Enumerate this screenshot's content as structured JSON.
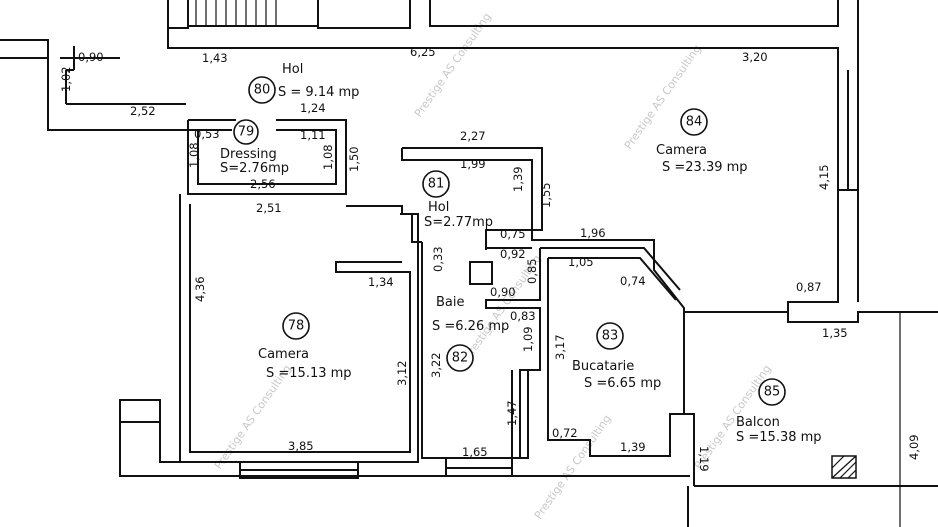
{
  "watermark": "Prestige AS Consulting",
  "rooms": {
    "hol_main": {
      "number": "80",
      "name": "Hol",
      "area": "S =  9.14 mp"
    },
    "dressing": {
      "number": "79",
      "name": "Dressing",
      "area": "S=2.76mp"
    },
    "camera_78": {
      "number": "78",
      "name": "Camera",
      "area": "S =15.13 mp"
    },
    "hol_81": {
      "number": "81",
      "name": "Hol",
      "area": "S=2.77mp"
    },
    "baie": {
      "number": "82",
      "name": "Baie",
      "area": "S =6.26 mp"
    },
    "camera_84": {
      "number": "84",
      "name": "Camera",
      "area": "S =23.39 mp"
    },
    "bucatarie": {
      "number": "83",
      "name": "Bucatarie",
      "area": "S =6.65 mp"
    },
    "balcon": {
      "number": "85",
      "name": "Balcon",
      "area": "S =15.38 mp"
    }
  },
  "dimensions": {
    "d_090": "0,90",
    "d_102": "1,02",
    "d_143": "1,43",
    "d_625": "6,25",
    "d_320": "3,20",
    "d_252": "2,52",
    "d_124": "1,24",
    "d_053": "0,53",
    "d_111": "1,11",
    "d_108a": "1,08",
    "d_108b": "1,08",
    "d_150": "1,50",
    "d_256": "2,56",
    "d_251": "2,51",
    "d_436": "4,36",
    "d_134": "1,34",
    "d_312": "3,12",
    "d_385": "3,85",
    "d_227": "2,27",
    "d_199": "1,99",
    "d_139": "1,39",
    "d_155": "1,55",
    "d_075": "0,75",
    "d_092": "0,92",
    "d_085": "0,85",
    "d_033": "0,33",
    "d_090b": "0,90",
    "d_083": "0,83",
    "d_109": "1,09",
    "d_322": "3,22",
    "d_147": "1,47",
    "d_165": "1,65",
    "d_196": "1,96",
    "d_105": "1,05",
    "d_074": "0,74",
    "d_317": "3,17",
    "d_072": "0,72",
    "d_139b": "1,39",
    "d_119": "1,19",
    "d_087": "0,87",
    "d_135": "1,35",
    "d_415": "4,15",
    "d_409": "4,09"
  }
}
